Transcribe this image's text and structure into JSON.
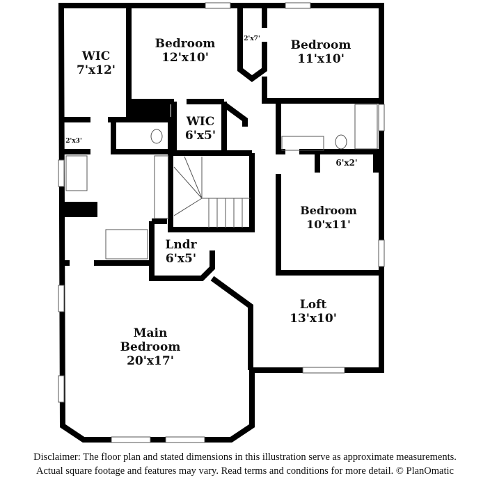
{
  "rooms": [
    {
      "name": "WIC",
      "dims": "7'x12'"
    },
    {
      "name": "Bedroom",
      "dims": "12'x10'"
    },
    {
      "name": "",
      "dims": "2'x7'"
    },
    {
      "name": "Bedroom",
      "dims": "11'x10'"
    },
    {
      "name": "WIC",
      "dims": "6'x5'"
    },
    {
      "name": "",
      "dims": "2'x3'"
    },
    {
      "name": "",
      "dims": "6'x2'"
    },
    {
      "name": "Bedroom",
      "dims": "10'x11'"
    },
    {
      "name": "Lndr",
      "dims": "6'x5'"
    },
    {
      "name": "Loft",
      "dims": "13'x10'"
    },
    {
      "name": "Main",
      "name2": "Bedroom",
      "dims": "20'x17'"
    }
  ],
  "disclaimer": {
    "line1": "Disclaimer: The floor plan and stated dimensions in this illustration serve as approximate measurements.",
    "line2": "Actual square footage and features may vary. Read terms and conditions for more detail. © PlanOmatic"
  },
  "colors": {
    "wall": "#000000",
    "fixture": "#555555"
  }
}
